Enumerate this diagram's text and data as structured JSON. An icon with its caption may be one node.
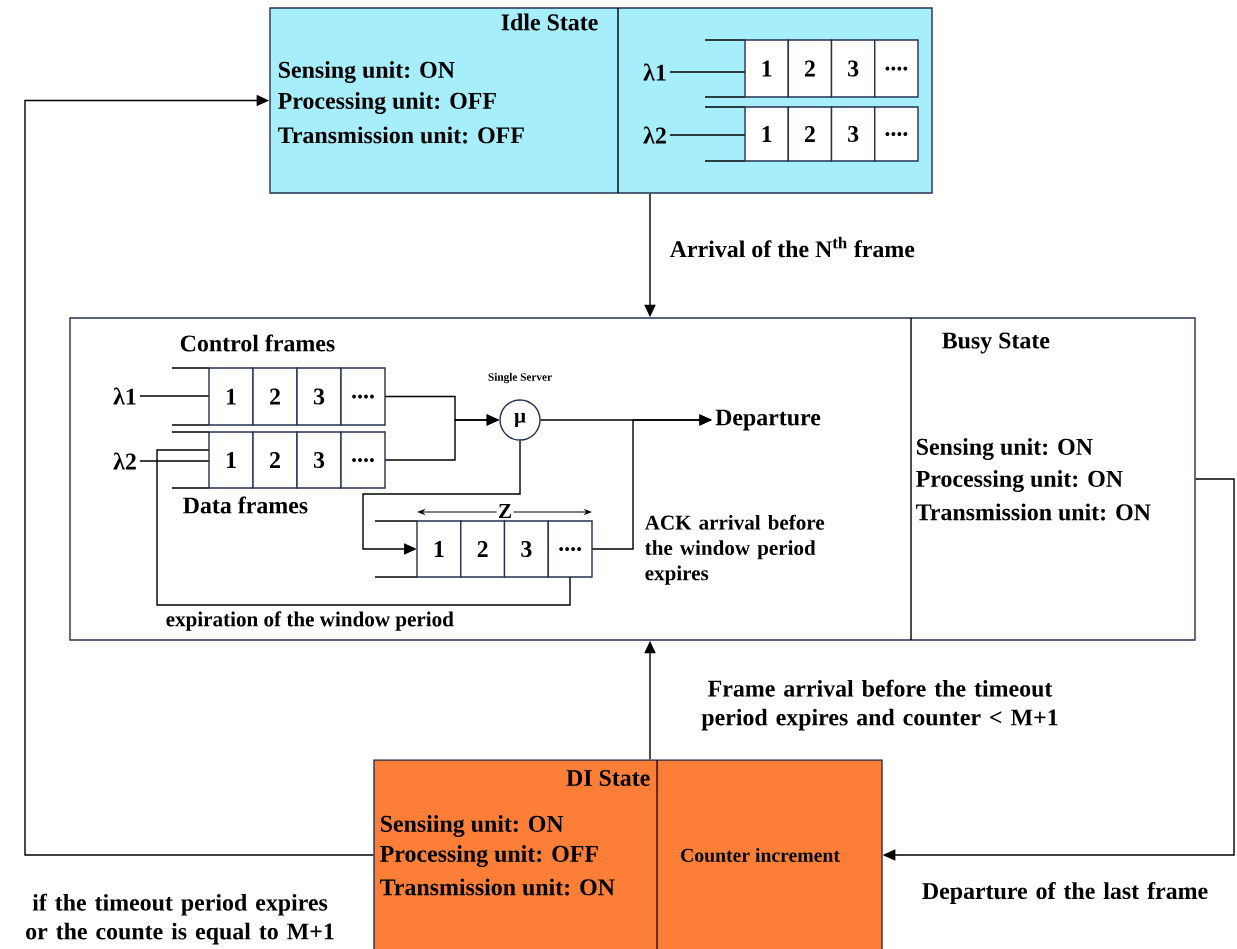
{
  "diagram": {
    "nodes": [
      {
        "text": [
          "Idle State",
          "Sensing unit: ON",
          "Processing unit: OFF",
          "Transmission unit: OFF"
        ]
      },
      {
        "text": [
          "λ1"
        ],
        "in": 0
      },
      {
        "text": [
          "λ2"
        ],
        "in": 0
      },
      {
        "text": [
          "1",
          "2",
          "3",
          "...."
        ],
        "in": 0
      },
      {
        "text": [
          "1",
          "2",
          "3",
          "...."
        ],
        "in": 0
      },
      {
        "text": [
          "Busy State",
          "Sensing unit: ON",
          "Processing unit: ON",
          "Transmission unit: ON"
        ]
      },
      {
        "text": [
          "λ1"
        ],
        "in": 5
      },
      {
        "text": [
          "λ2"
        ],
        "in": 5
      },
      {
        "text": [
          "1",
          "2",
          "3",
          "...."
        ],
        "in": 5,
        "beside": [
          "Control frames"
        ]
      },
      {
        "text": [
          "1",
          "2",
          "3",
          "...."
        ],
        "in": 5,
        "beside": [
          "Data frames"
        ]
      },
      {
        "text": [
          "μ"
        ],
        "in": 5,
        "beside": [
          "Single Server"
        ]
      },
      {
        "text": [
          "Departure"
        ],
        "in": 5
      },
      {
        "text": [
          "1",
          "2",
          "3",
          "...."
        ],
        "in": 5
      },
      {
        "text": [
          "DI State",
          "Sensiing unit: ON",
          "Processing unit: OFF",
          "Transmission unit: ON",
          "Counter increment"
        ]
      }
    ],
    "edges": [
      {
        "from": 1,
        "to": 3,
        "arrow": "none"
      },
      {
        "from": 2,
        "to": 4,
        "arrow": "none"
      },
      {
        "from": 0,
        "to": 5,
        "arrow": "to",
        "label": "Arrival of the N$^{th}$ frame"
      },
      {
        "from": 6,
        "to": 8,
        "arrow": "none"
      },
      {
        "from": 7,
        "to": 9,
        "arrow": "none"
      },
      {
        "from": 8,
        "to": 10,
        "arrow": "to"
      },
      {
        "from": 9,
        "to": 10,
        "arrow": "to"
      },
      {
        "from": 10,
        "to": 11,
        "arrow": "to"
      },
      {
        "from": 10,
        "to": 12,
        "arrow": "to"
      },
      {
        "from": 12,
        "to": 11,
        "arrow": "to",
        "label": "ACK arrival before the window period expires"
      },
      {
        "from": 12,
        "to": 9,
        "arrow": "none",
        "label": "expiration of the window period"
      },
      {
        "from": 13,
        "to": 5,
        "arrow": "to",
        "label": "Frame arrival before the timeout period expires and counter < M+1"
      },
      {
        "from": 13,
        "to": 0,
        "arrow": "to",
        "label": "if the timeout period expires or the counte is equal to M+1"
      },
      {
        "from": 5,
        "to": 13,
        "arrow": "to",
        "label": "Departure of the last frame"
      }
    ],
    "labels": [
      "Z"
    ]
  }
}
